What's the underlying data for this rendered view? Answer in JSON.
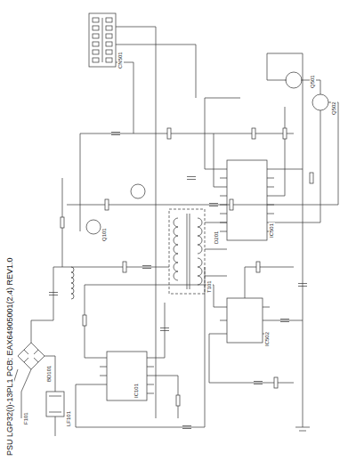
{
  "diagram": {
    "title": "PSU LGP32(I)-13PL1 PCB: EAX64905001(2.4) REV1.0",
    "labels": [
      "BD101",
      "LF101",
      "IC101",
      "T101",
      "Q101",
      "D201",
      "IC501",
      "IC502",
      "CN501",
      "Q501",
      "Q502",
      "F101"
    ]
  }
}
